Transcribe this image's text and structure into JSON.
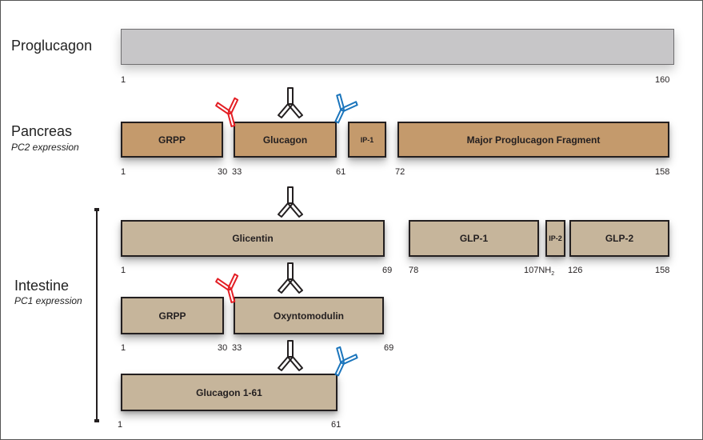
{
  "proglucagon": {
    "title": "Proglucagon",
    "start": "1",
    "end": "160"
  },
  "pancreas": {
    "title": "Pancreas",
    "subtitle": "PC2 expression",
    "segments": {
      "grpp": "GRPP",
      "glucagon": "Glucagon",
      "ip1": "IP-1",
      "mpgf": "Major Proglucagon Fragment"
    },
    "numbers": {
      "n1": "1",
      "n30": "30",
      "n33": "33",
      "n61": "61",
      "n72": "72",
      "n158": "158"
    }
  },
  "intestine": {
    "title": "Intestine",
    "subtitle": "PC1 expression",
    "row1": {
      "glicentin": "Glicentin",
      "glp1": "GLP-1",
      "ip2": "IP-2",
      "glp2": "GLP-2",
      "n1": "1",
      "n69": "69",
      "n78": "78",
      "n107": "107NH",
      "n107_sub": "2",
      "n126": "126",
      "n158": "158"
    },
    "row2": {
      "grpp": "GRPP",
      "oxyntomodulin": "Oxyntomodulin",
      "n1": "1",
      "n30": "30",
      "n33": "33",
      "n69": "69"
    },
    "row3": {
      "glucagon161": "Glucagon 1-61",
      "n1": "1",
      "n61": "61"
    }
  },
  "colors": {
    "proglucagon": "#c7c6c8",
    "pancreas_segment": "#c49a6c",
    "intestine_segment": "#c6b59b",
    "antibody_red": "#e31e24",
    "antibody_blue": "#1b75bc",
    "antibody_black": "#231f20"
  },
  "icons": [
    "antibody-red-icon",
    "antibody-blue-icon",
    "antibody-black-icon"
  ]
}
